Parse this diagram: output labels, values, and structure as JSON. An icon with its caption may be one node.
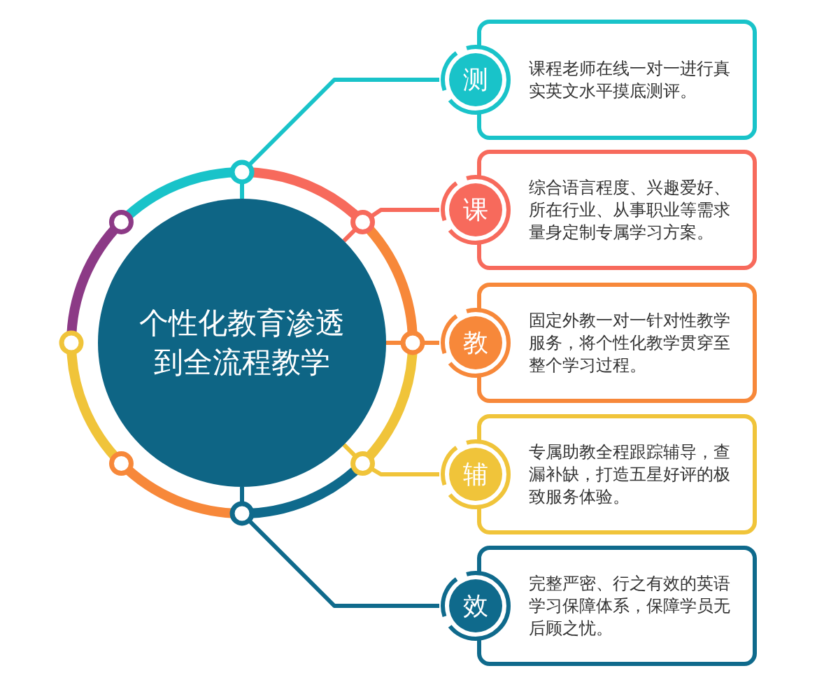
{
  "diagram": {
    "nodes": [
      {
        "text": [
          "个性化教育渗透到全流程教学"
        ]
      },
      {
        "text": [
          "测"
        ]
      },
      {
        "text": [
          "课程老师在线一对一进行真实英文水平摸底测评。"
        ]
      },
      {
        "text": [
          "课"
        ]
      },
      {
        "text": [
          "综合语言程度、兴趣爱好、所在行业、从事职业等需求量身定制专属学习方案。"
        ]
      },
      {
        "text": [
          "教"
        ]
      },
      {
        "text": [
          "固定外教一对一针对性教学服务，将个性化教学贯穿至整个学习过程。"
        ]
      },
      {
        "text": [
          "辅"
        ]
      },
      {
        "text": [
          "专属助教全程跟踪辅导，查漏补缺，打造五星好评的极致服务体验。"
        ]
      },
      {
        "text": [
          "效"
        ]
      },
      {
        "text": [
          "完整严密、行之有效的英语学习保障体系，保障学员无后顾之忧。"
        ]
      }
    ],
    "edges": [
      {
        "from": 0,
        "to": 1,
        "arrow": "none",
        "color": "#19c3c9"
      },
      {
        "from": 0,
        "to": 3,
        "arrow": "none",
        "color": "#f76a5c"
      },
      {
        "from": 0,
        "to": 5,
        "arrow": "none",
        "color": "#f7883a"
      },
      {
        "from": 0,
        "to": 7,
        "arrow": "none",
        "color": "#f0c43a"
      },
      {
        "from": 0,
        "to": 9,
        "arrow": "none",
        "color": "#0f6a8c"
      }
    ]
  }
}
